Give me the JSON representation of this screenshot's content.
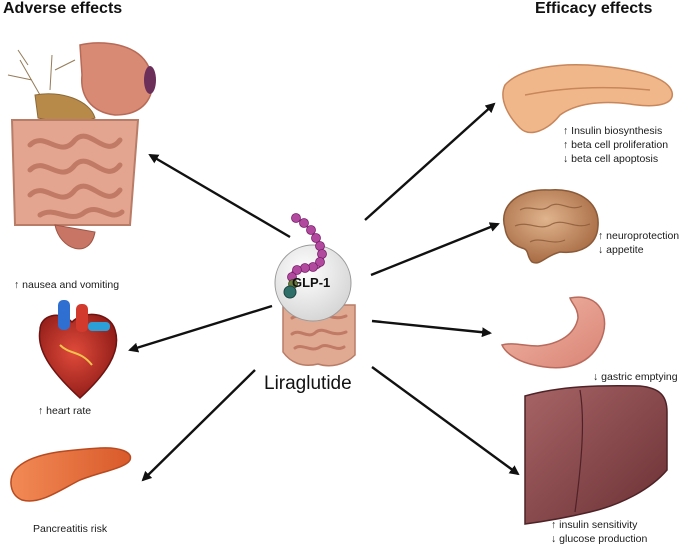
{
  "headings": {
    "adverse": "Adverse effects",
    "efficacy": "Efficacy effects"
  },
  "center": {
    "drug": "Liraglutide",
    "hormone": "GLP-1"
  },
  "adverse": {
    "gi": "↑ nausea and vomiting",
    "heart": "↑ heart rate",
    "pancreas": "Pancreatitis risk"
  },
  "efficacy": {
    "pancreas": [
      "↑ Insulin biosynthesis",
      "↑ beta cell proliferation",
      "↓ beta cell apoptosis"
    ],
    "brain": [
      "↑ neuroprotection",
      "↓ appetite"
    ],
    "stomach": [
      "↓ gastric emptying"
    ],
    "liver": [
      "↑ insulin sensitivity",
      "↓ glucose production"
    ]
  },
  "colors": {
    "arrow": "#111111",
    "intestine": "#d99a86",
    "heart": "#c8352a",
    "pancreas": "#e8733f",
    "brain": "#c9956b",
    "stomach": "#e9a190",
    "liver": "#8a4a4c",
    "peptide": "#b14a9e"
  }
}
